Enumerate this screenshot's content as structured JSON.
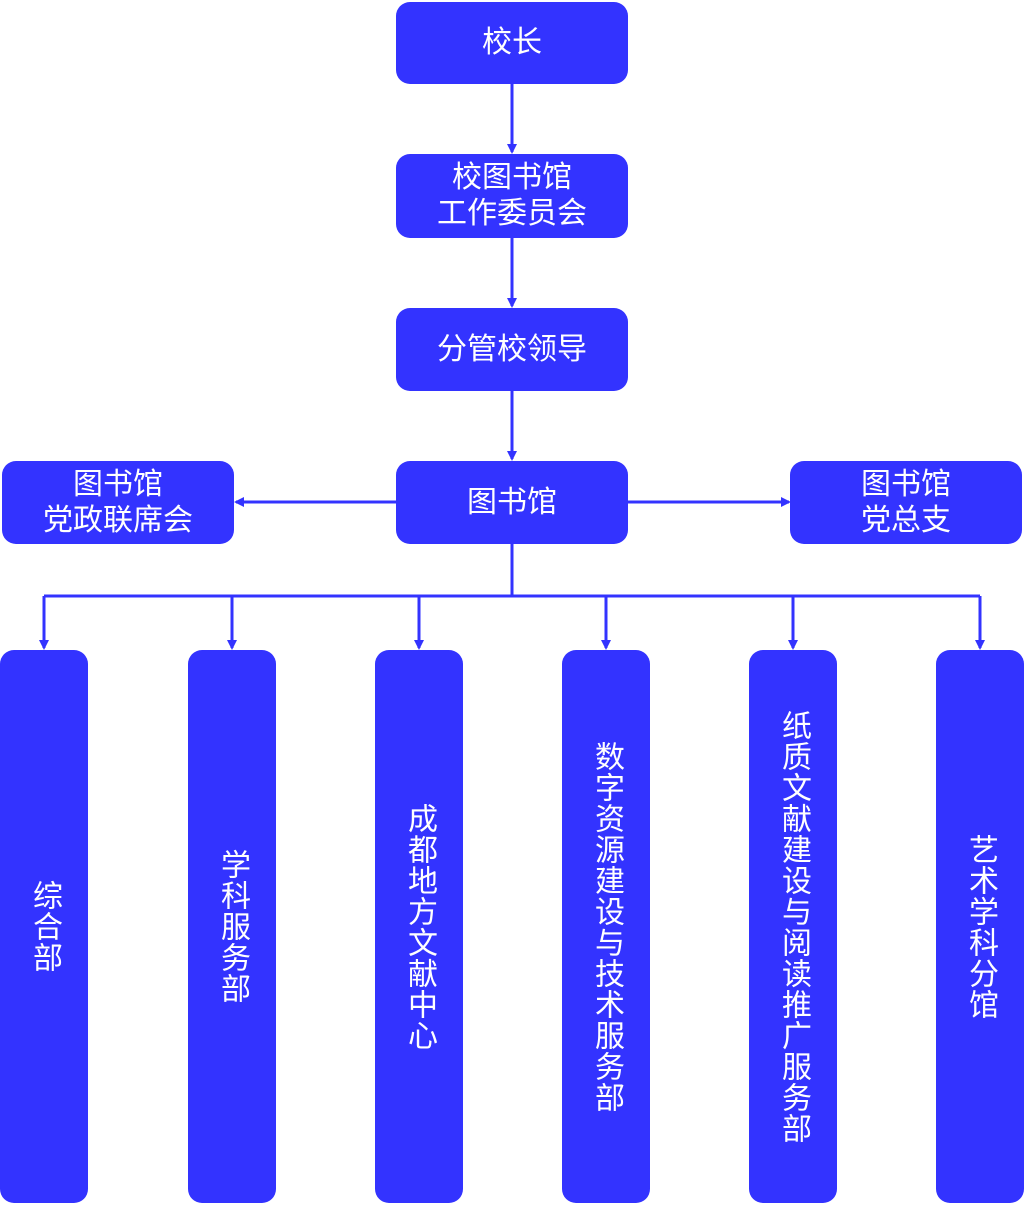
{
  "colors": {
    "box": "#3333ff",
    "line": "#3333ff",
    "text": "#ffffff",
    "background": "#ffffff"
  },
  "nodes": {
    "principal": {
      "label": "校长"
    },
    "committee": {
      "line1": "校图书馆",
      "line2": "工作委员会"
    },
    "leader": {
      "label": "分管校领导"
    },
    "library": {
      "label": "图书馆"
    },
    "joint_meeting": {
      "line1": "图书馆",
      "line2": "党政联席会"
    },
    "party_branch": {
      "line1": "图书馆",
      "line2": "党总支"
    }
  },
  "departments": [
    {
      "label": "综合部"
    },
    {
      "label": "学科服务部"
    },
    {
      "label": "成都地方文献中心"
    },
    {
      "label": "数字资源建设与技术服务部"
    },
    {
      "label": "纸质文献建设与阅读推广服务部"
    },
    {
      "label": "艺术学科分馆"
    }
  ]
}
